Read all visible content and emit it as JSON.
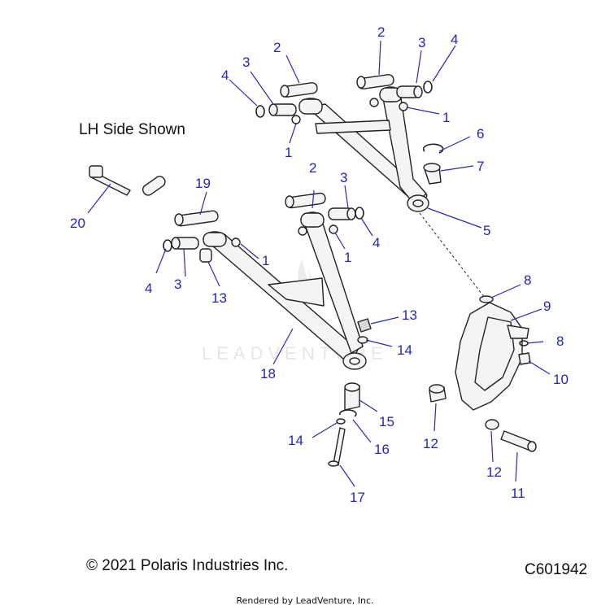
{
  "diagram": {
    "view_note": "LH Side Shown",
    "copyright": "© 2021 Polaris Industries Inc.",
    "drawing_number": "C601942",
    "rendered_by": "Rendered by LeadVenture, Inc.",
    "watermark": "LEADVENTURE",
    "callout_color": "#2424b8"
  },
  "callouts": [
    "1",
    "1",
    "1",
    "1",
    "2",
    "2",
    "2",
    "3",
    "3",
    "3",
    "3",
    "4",
    "4",
    "4",
    "4",
    "5",
    "6",
    "7",
    "8",
    "8",
    "9",
    "10",
    "11",
    "12",
    "12",
    "13",
    "13",
    "14",
    "14",
    "15",
    "16",
    "17",
    "18",
    "19",
    "20"
  ]
}
